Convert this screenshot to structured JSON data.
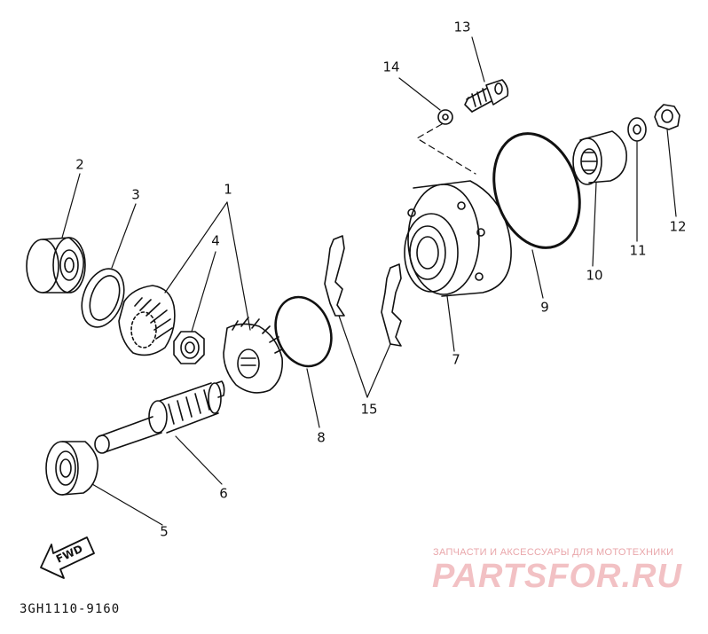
{
  "diagram": {
    "code": "3GH1110-9160",
    "fwd_label": "FWD",
    "callouts": [
      {
        "id": "1",
        "label": "1"
      },
      {
        "id": "2",
        "label": "2"
      },
      {
        "id": "3",
        "label": "3"
      },
      {
        "id": "4",
        "label": "4"
      },
      {
        "id": "5",
        "label": "5"
      },
      {
        "id": "6",
        "label": "6"
      },
      {
        "id": "7",
        "label": "7"
      },
      {
        "id": "8",
        "label": "8"
      },
      {
        "id": "9",
        "label": "9"
      },
      {
        "id": "10",
        "label": "10"
      },
      {
        "id": "11",
        "label": "11"
      },
      {
        "id": "12",
        "label": "12"
      },
      {
        "id": "13",
        "label": "13"
      },
      {
        "id": "14",
        "label": "14"
      },
      {
        "id": "15",
        "label": "15"
      }
    ]
  },
  "watermark": {
    "tagline": "ЗАПЧАСТИ И АКСЕССУАРЫ ДЛЯ МОТОТЕХНИКИ",
    "logo": "PARTSFOR.RU",
    "color": "#f2c1c4"
  }
}
